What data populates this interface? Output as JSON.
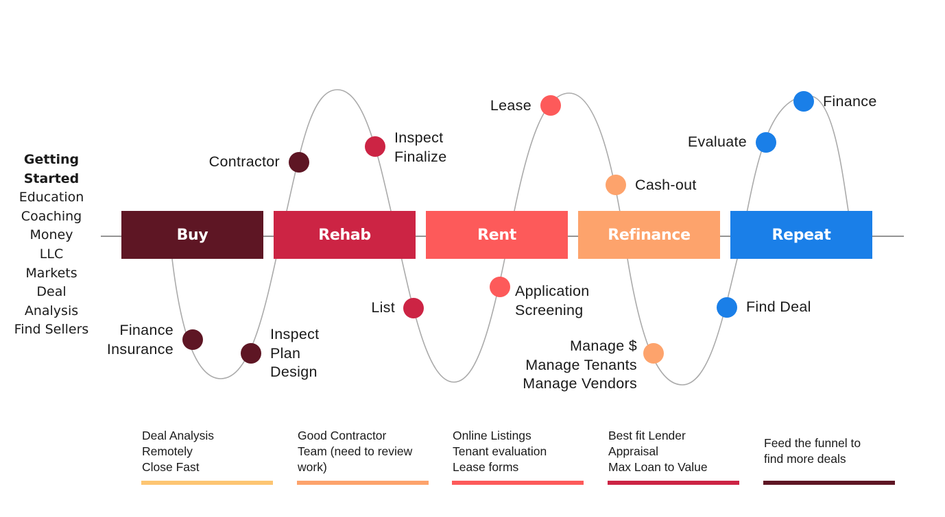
{
  "getting_started": {
    "title_line1": "Getting",
    "title_line2": "Started",
    "items": [
      "Education",
      "Coaching",
      "Money",
      "LLC",
      "Markets",
      "Deal",
      "Analysis",
      "Find Sellers"
    ]
  },
  "stages": [
    {
      "label": "Buy",
      "color": "#5e1624"
    },
    {
      "label": "Rehab",
      "color": "#cc2444"
    },
    {
      "label": "Rent",
      "color": "#fd5a5a"
    },
    {
      "label": "Refinance",
      "color": "#fda36c"
    },
    {
      "label": "Repeat",
      "color": "#1a7fe8"
    }
  ],
  "milestones": {
    "contractor": "Contractor",
    "inspect_finalize": [
      "Inspect",
      "Finalize"
    ],
    "finance_insurance": [
      "Finance",
      "Insurance"
    ],
    "inspect_plan_design": [
      "Inspect",
      "Plan",
      "Design"
    ],
    "lease": "Lease",
    "list": "List",
    "application_screening": [
      "Application",
      "Screening"
    ],
    "cash_out": "Cash-out",
    "manage": [
      "Manage $",
      "Manage Tenants",
      "Manage Vendors"
    ],
    "evaluate": "Evaluate",
    "finance": "Finance",
    "find_deal": "Find Deal"
  },
  "notes": [
    {
      "lines": [
        "Deal Analysis",
        "Remotely",
        "Close Fast"
      ],
      "color": "#fdc572"
    },
    {
      "lines": [
        "Good Contractor",
        "Team (need to review",
        "work)"
      ],
      "color": "#fda36c"
    },
    {
      "lines": [
        "Online Listings",
        "Tenant evaluation",
        "Lease forms"
      ],
      "color": "#fd5a5a"
    },
    {
      "lines": [
        "Best fit Lender",
        "Appraisal",
        "Max Loan to Value"
      ],
      "color": "#cc2444"
    },
    {
      "lines": [
        "Feed the funnel to",
        "find more deals"
      ],
      "color": "#5e1624"
    }
  ]
}
